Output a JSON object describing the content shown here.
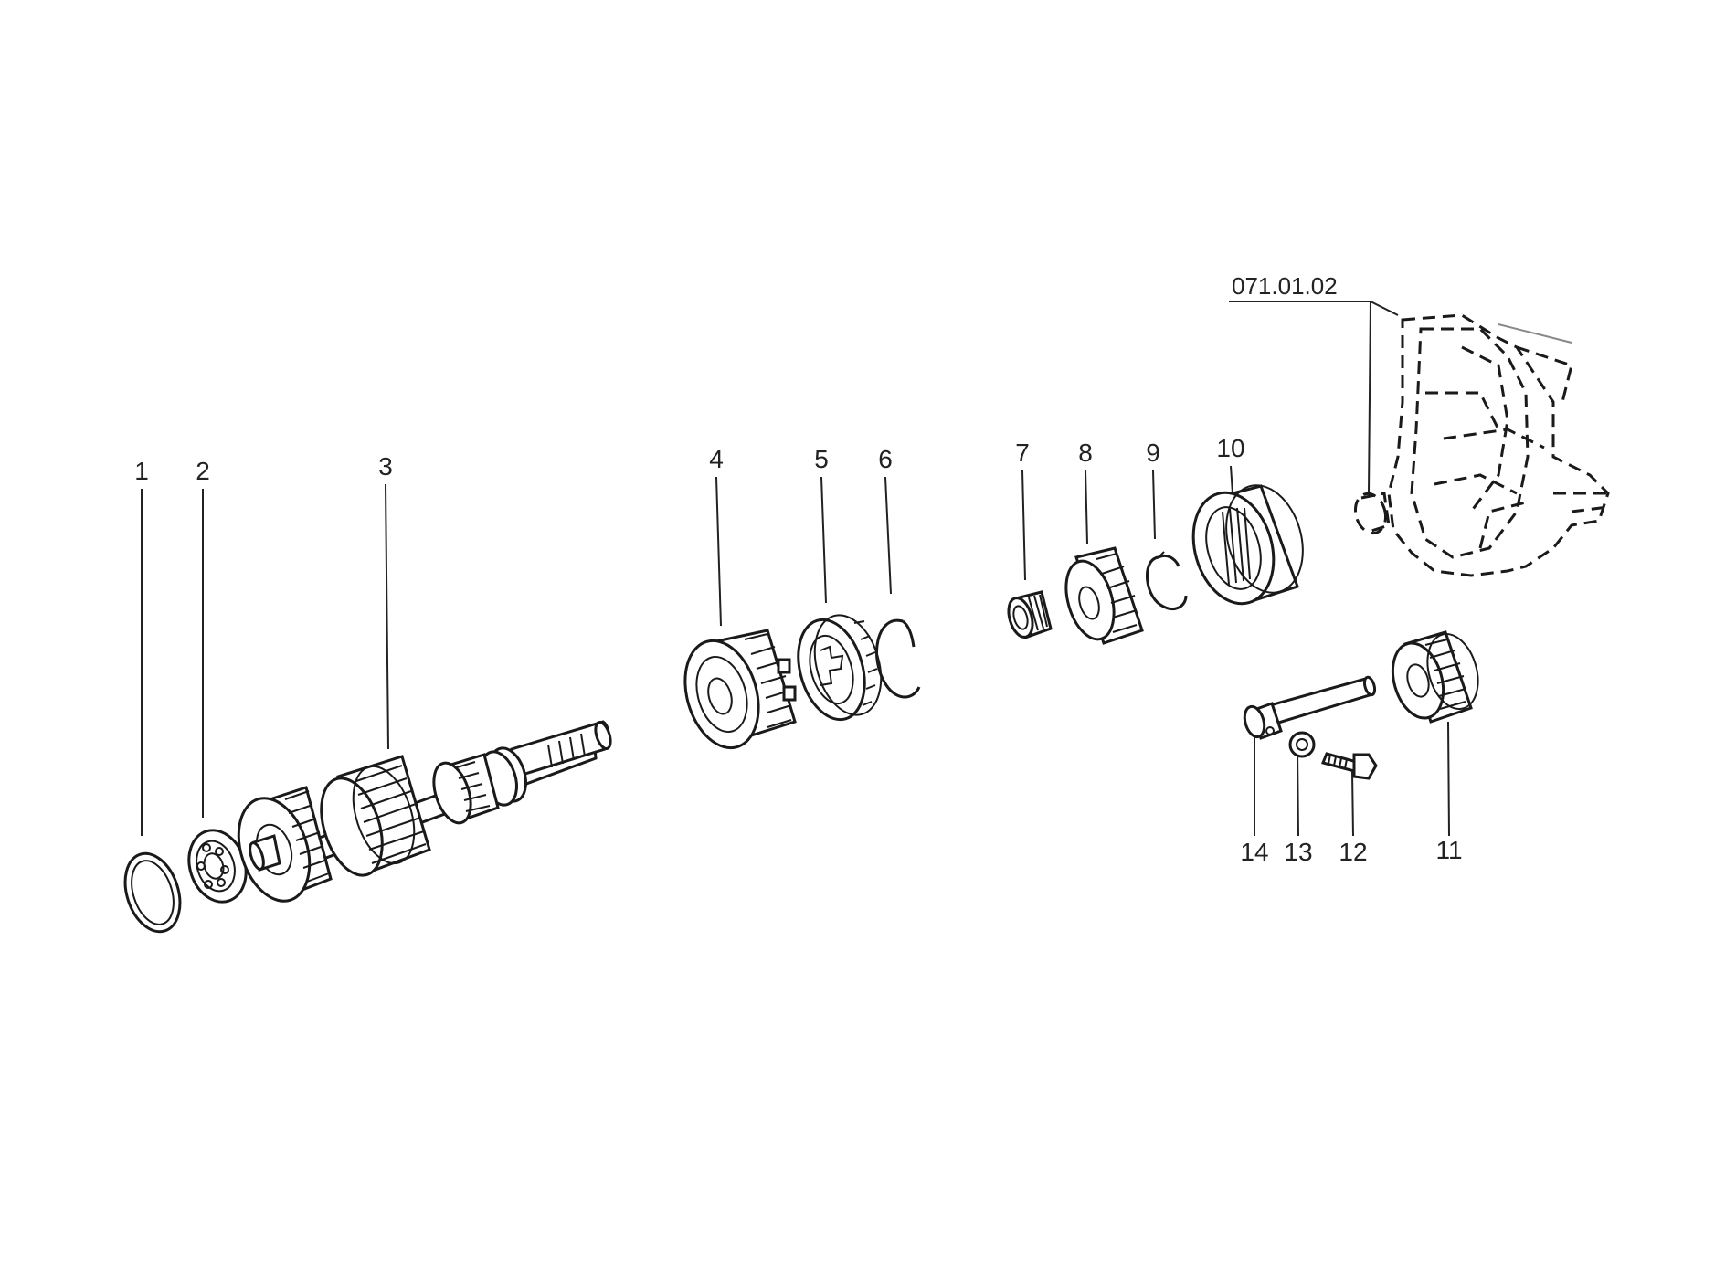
{
  "diagram": {
    "reference_label": "071.01.02",
    "part_numbers": [
      "1",
      "2",
      "3",
      "4",
      "5",
      "6",
      "7",
      "8",
      "9",
      "10",
      "11",
      "12",
      "13",
      "14"
    ]
  }
}
